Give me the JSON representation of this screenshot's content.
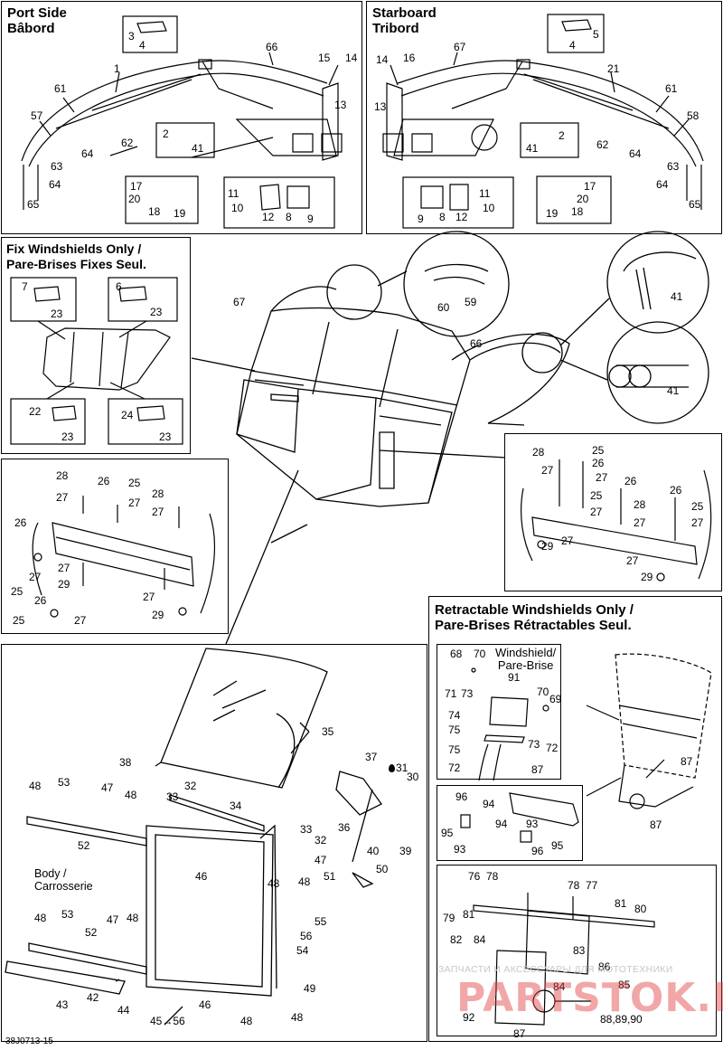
{
  "panels": {
    "port": {
      "title_en": "Port Side",
      "title_fr": "Bâbord"
    },
    "starboard": {
      "title_en": "Starboard",
      "title_fr": "Tribord"
    },
    "fix": {
      "title_en": "Fix Windshields Only /",
      "title_fr": "Pare-Brises Fixes Seul."
    },
    "retract": {
      "title_en": "Retractable Windshields Only /",
      "title_fr": "Pare-Brises Rétractables Seul."
    },
    "windshield_label": {
      "en": "Windshield/",
      "fr": "Pare-Brise"
    },
    "body_label": {
      "en": "Body /",
      "fr": "Carrosserie"
    }
  },
  "callouts": {
    "port": [
      "3",
      "4",
      "66",
      "1",
      "15",
      "14",
      "13",
      "61",
      "57",
      "2",
      "41",
      "62",
      "64",
      "63",
      "64",
      "65",
      "17",
      "20",
      "18",
      "19",
      "11",
      "10",
      "12",
      "8",
      "9"
    ],
    "starboard": [
      "4",
      "5",
      "67",
      "21",
      "16",
      "14",
      "13",
      "61",
      "58",
      "41",
      "2",
      "62",
      "64",
      "63",
      "64",
      "65",
      "17",
      "20",
      "19",
      "18",
      "11",
      "10",
      "12",
      "8",
      "9"
    ],
    "fix": [
      "7",
      "23",
      "6",
      "23",
      "22",
      "23",
      "24",
      "23"
    ],
    "main": [
      "67",
      "66",
      "60",
      "59",
      "41",
      "41"
    ],
    "hw_left": [
      "28",
      "26",
      "25",
      "27",
      "28",
      "27",
      "26",
      "27",
      "27",
      "25",
      "27",
      "29",
      "27",
      "29",
      "26",
      "25",
      "27"
    ],
    "hw_right": [
      "28",
      "25",
      "26",
      "27",
      "27",
      "26",
      "25",
      "26",
      "27",
      "28",
      "25",
      "27",
      "27",
      "27",
      "29",
      "27",
      "29"
    ],
    "lower": [
      "35",
      "38",
      "37",
      "31",
      "30",
      "48",
      "53",
      "47",
      "48",
      "32",
      "33",
      "34",
      "52",
      "36",
      "40",
      "39",
      "33",
      "32",
      "47",
      "48",
      "46",
      "48",
      "51",
      "50",
      "55",
      "56",
      "54",
      "48",
      "53",
      "47",
      "48",
      "52",
      "43",
      "42",
      "44",
      "45→56",
      "46",
      "48",
      "49",
      "48"
    ],
    "retract_a": [
      "68",
      "70",
      "71",
      "73",
      "91",
      "70",
      "69",
      "74",
      "75",
      "75",
      "73",
      "72",
      "72",
      "87"
    ],
    "retract_b": [
      "96",
      "94",
      "93",
      "95",
      "94",
      "93",
      "96",
      "95"
    ],
    "retract_c": [
      "76",
      "78",
      "78",
      "77",
      "81",
      "80",
      "79",
      "81",
      "82",
      "84",
      "83",
      "86",
      "84",
      "85",
      "92",
      "87",
      "88,89,90"
    ],
    "retract_right": [
      "87",
      "87"
    ]
  },
  "footer": {
    "code": "38J0713-15"
  },
  "watermark": {
    "text": "ЗАПЧАСТИ И АКСЕССУАРЫ ДЛЯ МОТОТЕХНИКИ",
    "logo": "PARTSTOK.RU"
  }
}
